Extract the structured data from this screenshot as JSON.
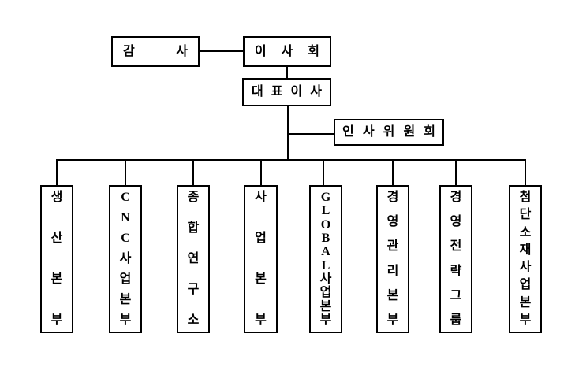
{
  "palette": {
    "background": "#ffffff",
    "line": "#000000",
    "text": "#000000",
    "box_border": "#000000",
    "spellcheck_underline": "#cc0000"
  },
  "org": {
    "audit": {
      "label": "감사"
    },
    "board": {
      "label": "이사회"
    },
    "ceo": {
      "label": "대표이사"
    },
    "hr_committee": {
      "label": "인사위원회"
    },
    "divisions": [
      {
        "label": "생산본부"
      },
      {
        "label": "CNC사업본부"
      },
      {
        "label": "종합연구소"
      },
      {
        "label": "사업본부"
      },
      {
        "label": "GLOBAL사업본부"
      },
      {
        "label": "경영관리본부"
      },
      {
        "label": "경영전략그룹"
      },
      {
        "label": "첨단소재사업본부"
      }
    ]
  }
}
